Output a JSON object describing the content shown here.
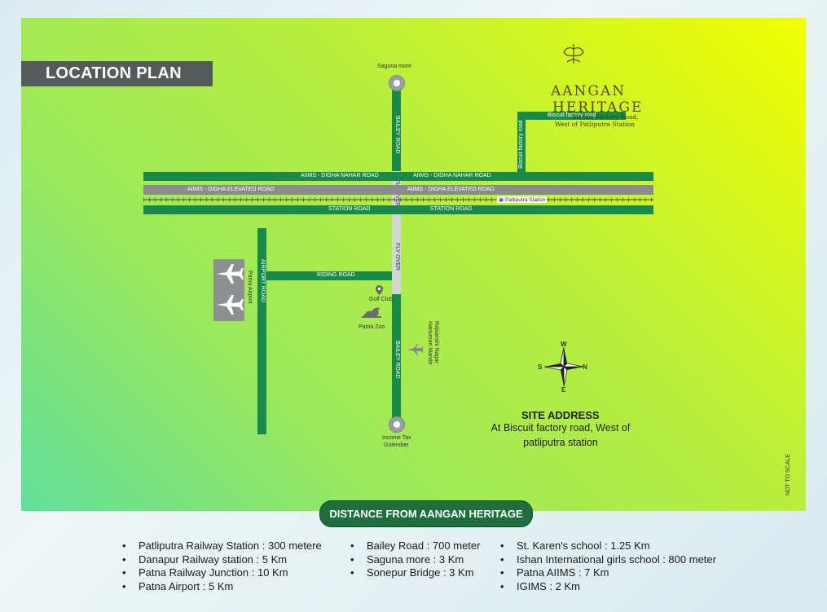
{
  "title": "LOCATION PLAN",
  "brand": {
    "line1": "AANGAN",
    "line2": "HERITAGE",
    "line3": "Biscuit Factory Road,",
    "line4": "West of Patliputra Station"
  },
  "roads": {
    "bailey_road_top": "BAILEY ROAD",
    "bailey_road_bottom": "BAILEY ROAD",
    "fly_over_1": "FLY OVER",
    "fly_over_2": "FLY OVER",
    "aiims_nahar_left": "AIIMS - DIGHA NAHAR ROAD",
    "aiims_nahar_right": "AIIMS - DIGHA NAHAR ROAD",
    "aiims_elevated_left": "AIIMS - DIGHA ELEVATED ROAD",
    "aiims_elevated_right": "AIIMS - DIGHA ELEVATED ROAD",
    "station_road_left": "STATION ROAD",
    "station_road_right": "STATION ROAD",
    "airport_road": "AIRPORT ROAD",
    "riding_road": "RIDING ROAD",
    "biscuit_factory_road_h": "Biscuit factory road",
    "biscuit_factory_road_v": "Biscuit factory road"
  },
  "places": {
    "saguna_more": "Saguna more",
    "income_tax_1": "Income Tax",
    "income_tax_2": "Golember",
    "patliputra_station": "Patliputra Station",
    "patna_airport": "Patna Airport",
    "golf_club": "Golf Club",
    "patna_zoo": "Patna Zoo",
    "hanuman_mandir_1": "Rajvanshi Nagar",
    "hanuman_mandir_2": "Hanuman Mandir"
  },
  "compass": {
    "n": "N",
    "s": "S",
    "e": "E",
    "w": "W"
  },
  "site": {
    "heading": "SITE ADDRESS",
    "address": "At Biscuit factory road, West of patliputra station"
  },
  "not_to_scale": "NOT TO SCALE",
  "distance_heading": "DISTANCE FROM AANGAN HERITAGE",
  "distances": {
    "col1": [
      "Patliputra Railway Station : 300 metere",
      "Danapur Railway station : 5 Km",
      "Patna Railway Junction : 10 Km",
      "Patna Airport : 5 Km"
    ],
    "col2": [
      "Bailey Road : 700 meter",
      "Saguna more : 3 Km",
      "Sonepur Bridge : 3 Km"
    ],
    "col3": [
      "St. Karen's school : 1.25 Km",
      "Ishan International girls school : 800 meter",
      "Patna AIIMS : 7 Km",
      "IGIMS : 2 Km"
    ]
  },
  "colors": {
    "road": "#1a8a4a",
    "elevated": "#888c8c",
    "pill": "#1f6e3e",
    "brand": "#5a4a24"
  }
}
